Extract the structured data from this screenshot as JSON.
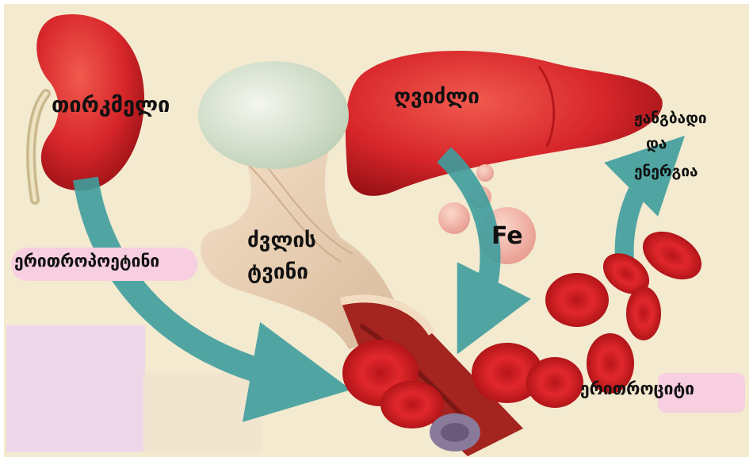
{
  "labels": {
    "kidney": "თირკმელი",
    "liver": "ღვიძლი",
    "bone_marrow_line1": "ძვლის",
    "bone_marrow_line2": "ტვინი",
    "erythropoietin": "ერითროპოეტინი",
    "iron": "Fe",
    "oxygen_line1": "ჟანგბადი",
    "oxygen_line2": "და",
    "oxygen_line3": "ენერგია",
    "erythrocytes": "ერითროციტი"
  },
  "colors": {
    "background": "#f3ead0",
    "organ_red": "#d7262b",
    "arrow_teal": "#3f9e9e",
    "label_pink": "#f7cfe0",
    "panel_lilac": "#ecd3ec"
  }
}
